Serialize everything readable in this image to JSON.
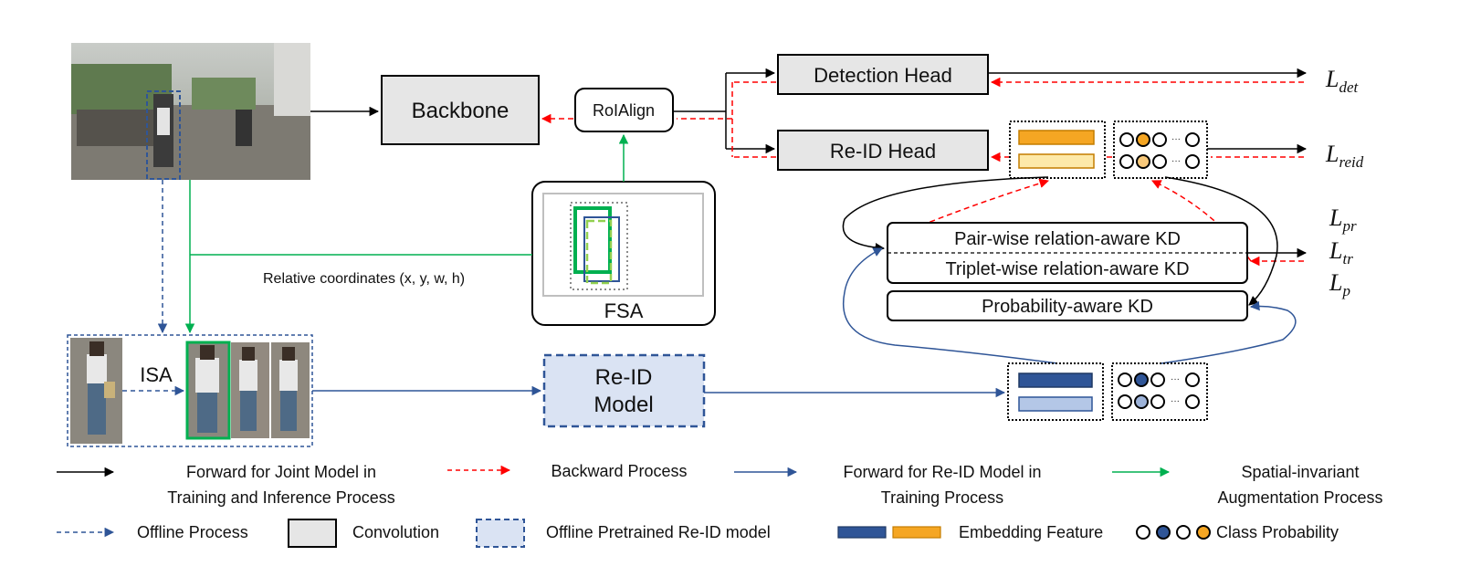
{
  "blocks": {
    "backbone": "Backbone",
    "roialign": "RoIAlign",
    "detection_head": "Detection Head",
    "reid_head": "Re-ID Head",
    "fsa": "FSA",
    "isa": "ISA",
    "reid_model_line1": "Re-ID",
    "reid_model_line2": "Model",
    "pair_kd": "Pair-wise relation-aware KD",
    "triplet_kd": "Triplet-wise relation-aware KD",
    "prob_kd": "Probability-aware KD"
  },
  "losses": {
    "det": {
      "base": "L",
      "sub": "det"
    },
    "reid": {
      "base": "L",
      "sub": "reid"
    },
    "pr": {
      "base": "L",
      "sub": "pr"
    },
    "tr": {
      "base": "L",
      "sub": "tr"
    },
    "p": {
      "base": "L",
      "sub": "p"
    }
  },
  "annotations": {
    "relative_coords": "Relative coordinates (x, y, w, h)"
  },
  "legend": {
    "forward_joint_1": "Forward for Joint Model in",
    "forward_joint_2": "Training and Inference Process",
    "backward": "Backward Process",
    "forward_reid_1": "Forward for Re-ID Model in",
    "forward_reid_2": "Training Process",
    "spatial_1": "Spatial-invariant",
    "spatial_2": "Augmentation Process",
    "offline": "Offline Process",
    "convolution": "Convolution",
    "offline_pretrained": "Offline Pretrained Re-ID model",
    "embedding": "Embedding Feature",
    "class_prob": "Class Probability"
  },
  "ellipsis": "···",
  "colors": {
    "black": "#000000",
    "red": "#ff0000",
    "blue": "#2f5597",
    "green": "#00b050",
    "orange": "#f5a623",
    "orange_light": "#fde9a9",
    "blue_light": "#b4c7e7",
    "gray_box": "#e6e6e6",
    "reid_model_fill": "#dae3f3"
  }
}
